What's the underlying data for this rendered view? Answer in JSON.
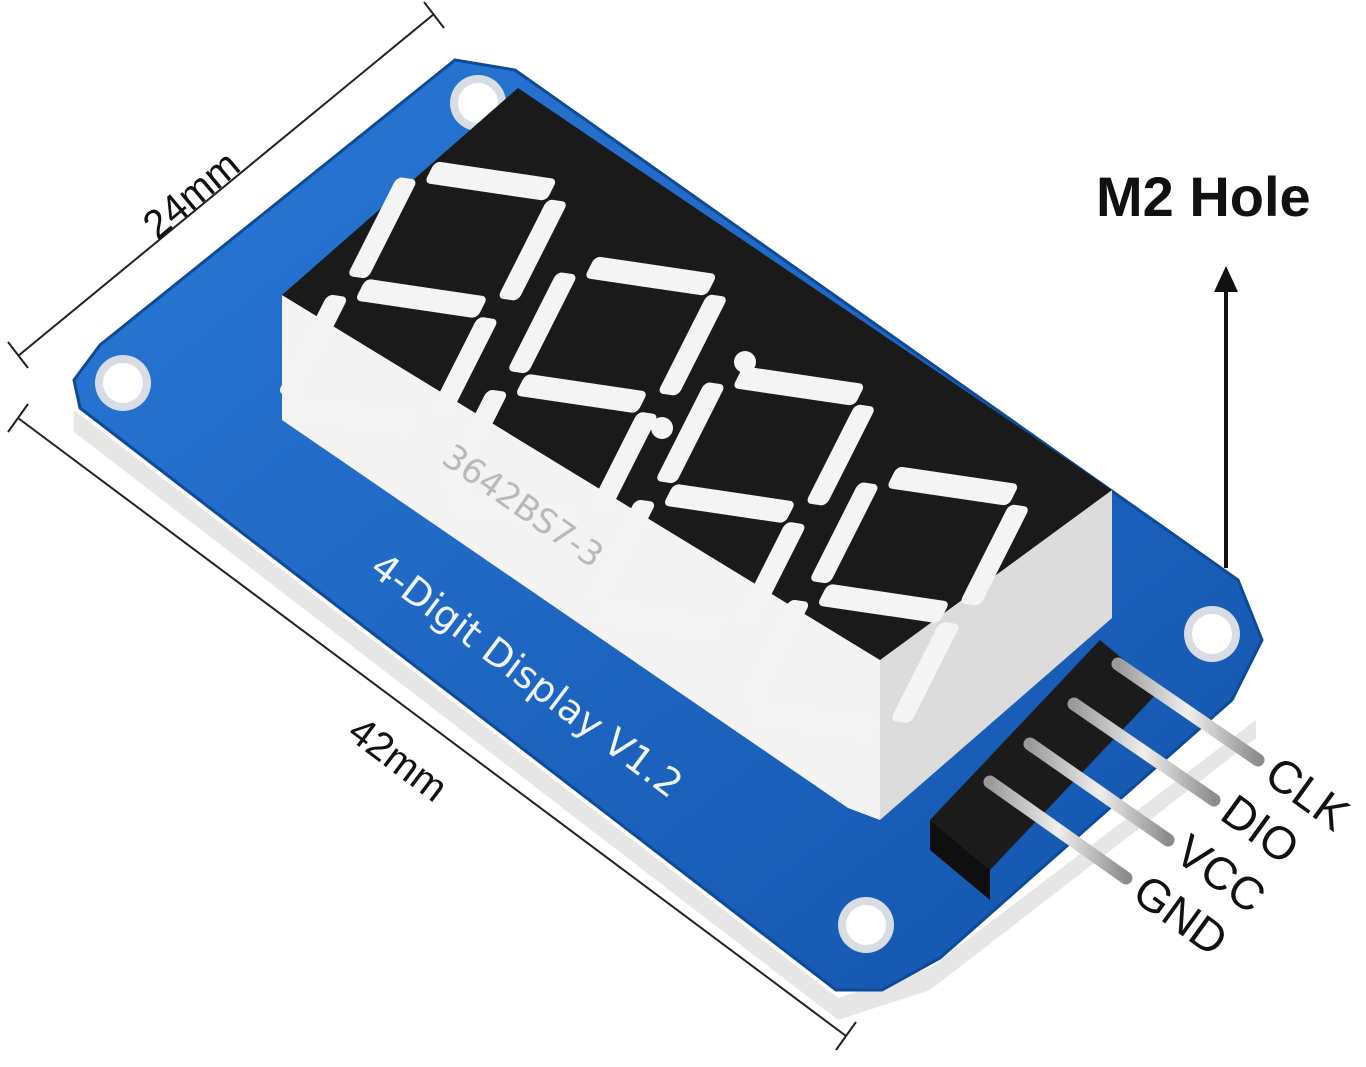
{
  "dimensions": {
    "width_label": "24mm",
    "length_label": "42mm"
  },
  "hole_label": "M2 Hole",
  "module": {
    "silkscreen": "4-Digit Display  V1.2",
    "part_number": "3642BS7-3",
    "digit_count": 4,
    "pins": [
      "CLK",
      "DIO",
      "VCC",
      "GND"
    ]
  },
  "colors": {
    "pcb": "#1f67c4",
    "pcb_edge": "#0d3f86",
    "display_face": "#1a1a1a",
    "display_body": "#f4f4f4",
    "segment": "#f7f7f7",
    "header": "#1b1b1b",
    "pin_metal": "#c8c8c8"
  }
}
